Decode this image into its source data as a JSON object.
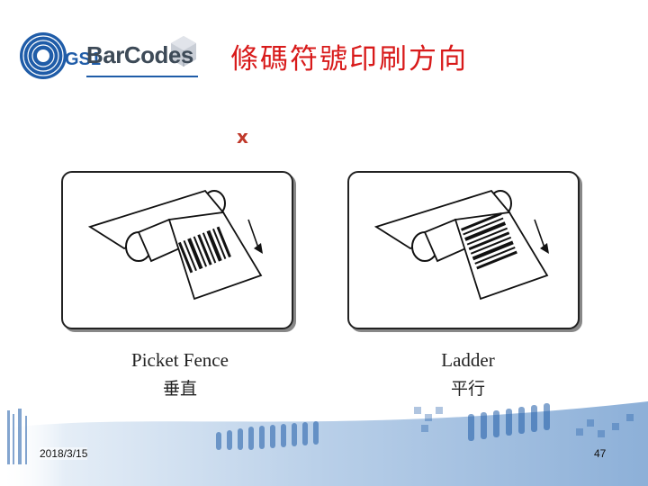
{
  "header": {
    "logo_mark": "GS1",
    "brand_name": "BarCodes",
    "title": "條碼符號印刷方向",
    "mark": "x"
  },
  "panels": [
    {
      "caption": "Picket Fence",
      "caption_zh": "垂直",
      "bar_orientation": "vertical"
    },
    {
      "caption": "Ladder",
      "caption_zh": "平行",
      "bar_orientation": "horizontal"
    }
  ],
  "footer": {
    "date": "2018/3/15",
    "page": "47"
  },
  "colors": {
    "title": "#d81a1a",
    "logo_blue": "#1f5ca8",
    "brand_text": "#3d4a57",
    "band_blue": "#2f6fb8"
  }
}
